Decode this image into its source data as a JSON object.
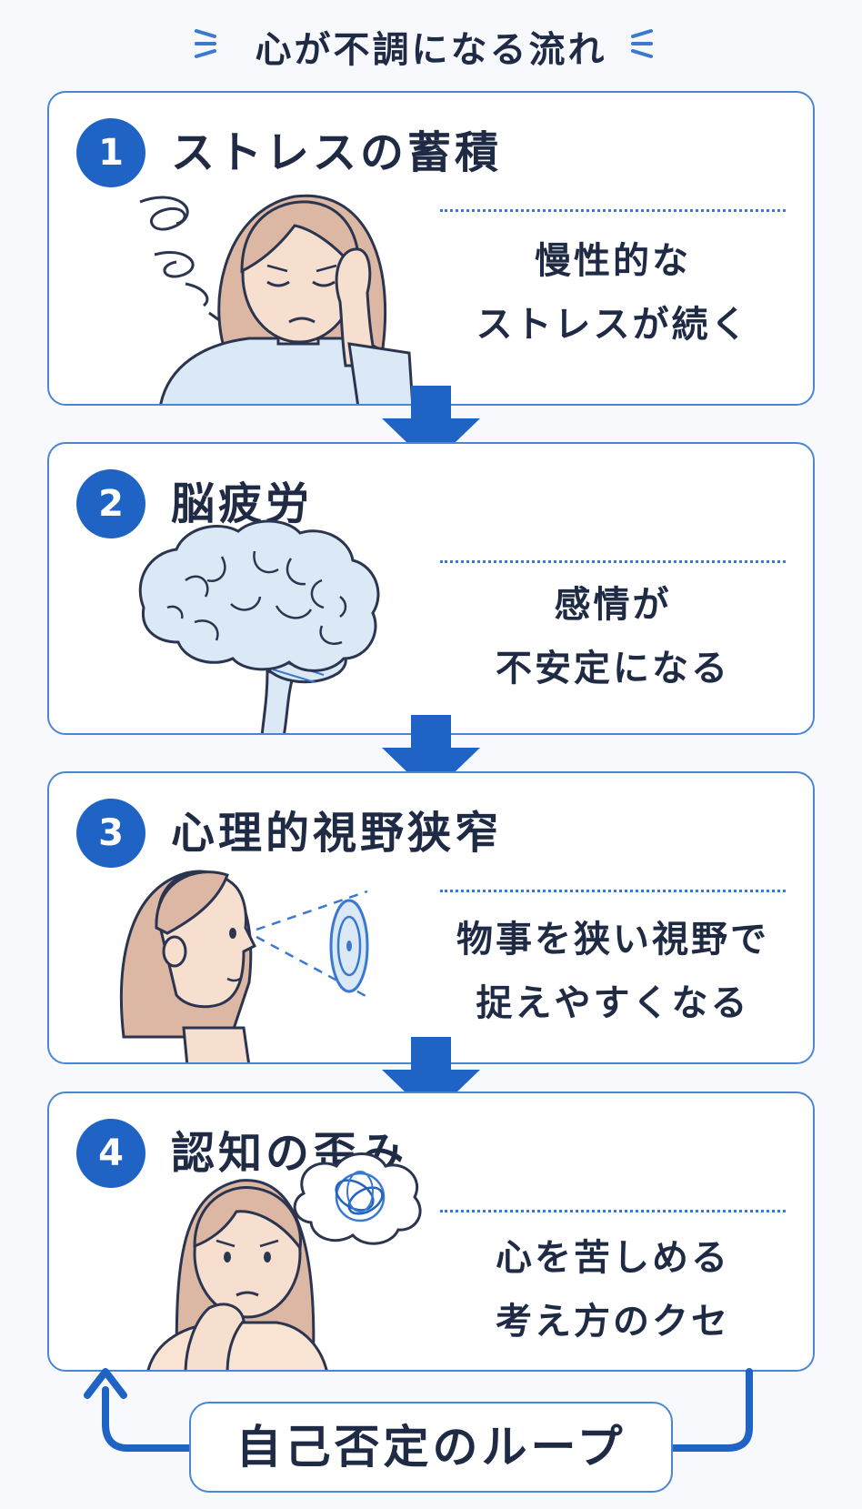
{
  "title": "心が不調になる流れ",
  "steps": [
    {
      "number": "1",
      "title": "ストレスの蓄積",
      "desc_line1": "慢性的な",
      "desc_line2": "ストレスが続く",
      "illustration": "stressed-woman-icon"
    },
    {
      "number": "2",
      "title": "脳疲労",
      "desc_line1": "感情が",
      "desc_line2": "不安定になる",
      "illustration": "brain-icon"
    },
    {
      "number": "3",
      "title": "心理的視野狭窄",
      "desc_line1": "物事を狭い視野で",
      "desc_line2": "捉えやすくなる",
      "illustration": "narrow-vision-icon"
    },
    {
      "number": "4",
      "title": "認知の歪み",
      "desc_line1": "心を苦しめる",
      "desc_line2": "考え方のクセ",
      "illustration": "worried-woman-icon"
    }
  ],
  "loop_label": "自己否定のループ",
  "colors": {
    "accent": "#1f63c4",
    "border": "#4a86d4",
    "text": "#1f2a44",
    "illustration_fill": "#dbe9f7",
    "skin": "#f6dfcf",
    "hair": "#dcb8a4"
  }
}
